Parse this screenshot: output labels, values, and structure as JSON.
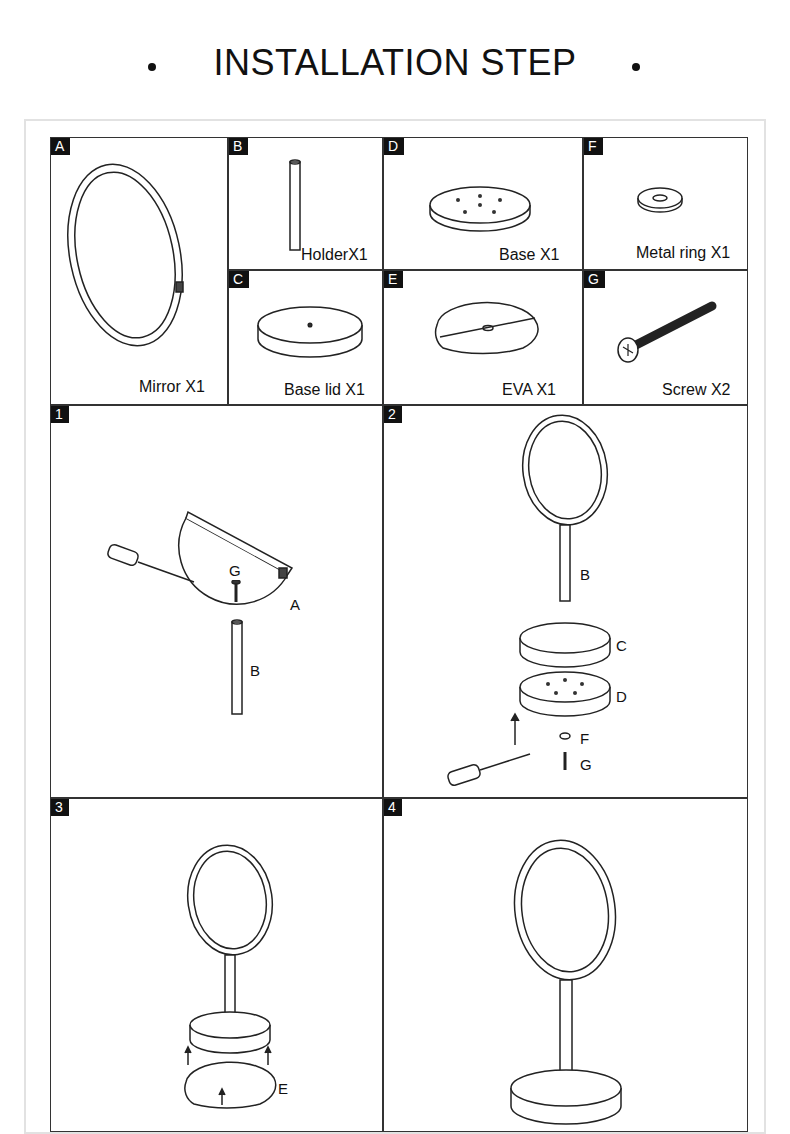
{
  "diagram": {
    "title": "INSTALLATION STEP",
    "nodes": [
      {
        "text": [
          "A",
          "Mirror X1"
        ]
      },
      {
        "text": [
          "B",
          "HolderX1"
        ]
      },
      {
        "text": [
          "D",
          "Base X1"
        ]
      },
      {
        "text": [
          "F",
          "Metal ring X1"
        ]
      },
      {
        "text": [
          "C",
          "Base lid X1"
        ]
      },
      {
        "text": [
          "E",
          "EVA X1"
        ]
      },
      {
        "text": [
          "G",
          "Screw X2"
        ]
      },
      {
        "text": [
          "1",
          "G",
          "A",
          "B"
        ]
      },
      {
        "text": [
          "2",
          "B",
          "C",
          "D",
          "F",
          "G"
        ]
      },
      {
        "text": [
          "3",
          "E"
        ]
      },
      {
        "text": [
          "4"
        ]
      }
    ]
  }
}
